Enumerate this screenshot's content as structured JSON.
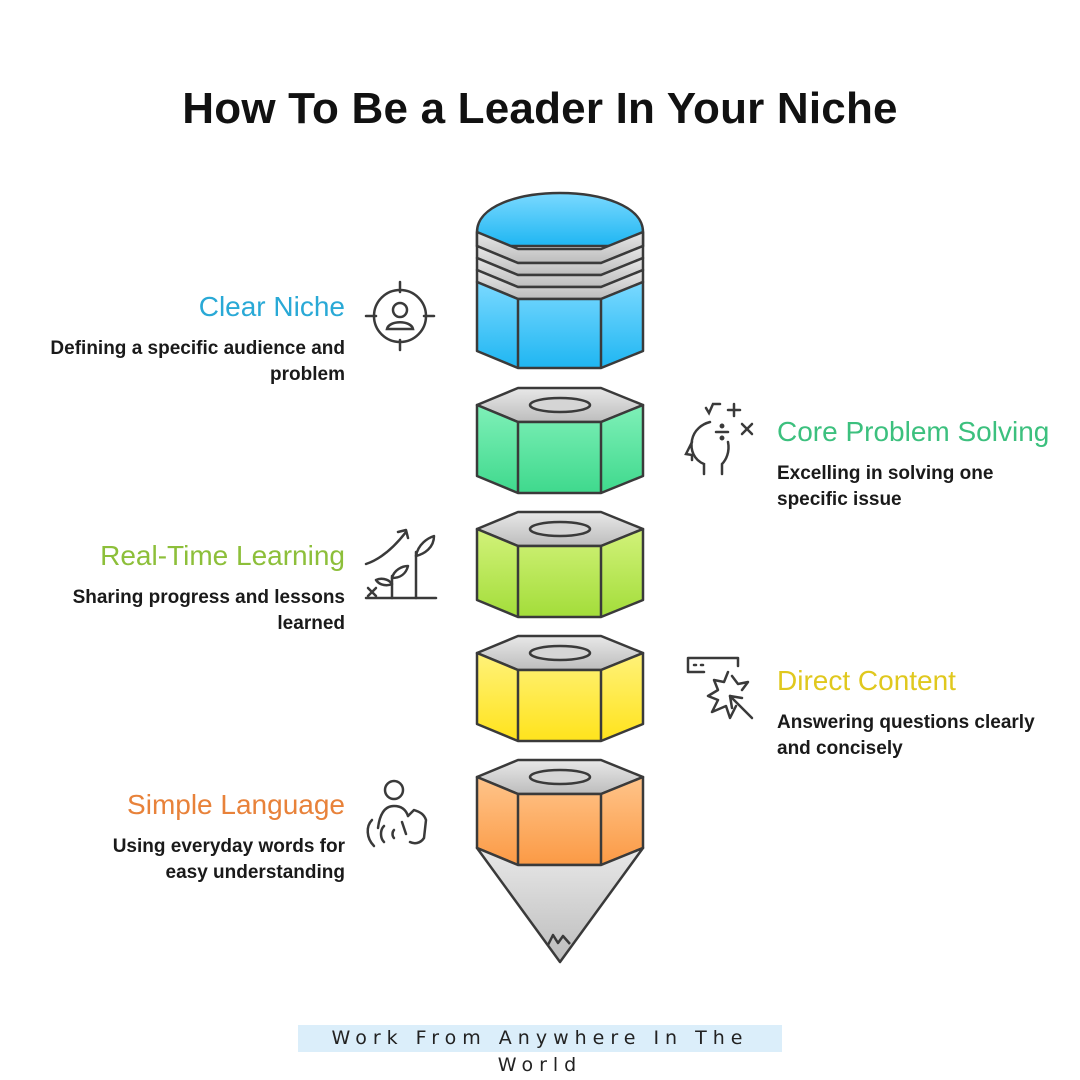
{
  "title": "How To Be a Leader In Your Niche",
  "colors": {
    "blue": "#29a9d6",
    "green": "#3cc07e",
    "lime": "#8dbf3a",
    "yellow": "#e0c81e",
    "orange": "#e8823a"
  },
  "items": [
    {
      "heading": "Clear Niche",
      "description": "Defining a specific audience and problem",
      "icon": "target-person-icon"
    },
    {
      "heading": "Core Problem Solving",
      "description": "Excelling in solving one specific issue",
      "icon": "head-math-icon"
    },
    {
      "heading": "Real-Time Learning",
      "description": "Sharing progress and lessons learned",
      "icon": "growing-plant-icon"
    },
    {
      "heading": "Direct Content",
      "description": "Answering questions clearly and concisely",
      "icon": "click-message-icon"
    },
    {
      "heading": "Simple Language",
      "description": "Using everyday words for easy understanding",
      "icon": "person-voice-icon"
    }
  ],
  "footer": "Work From Anywhere In The World"
}
